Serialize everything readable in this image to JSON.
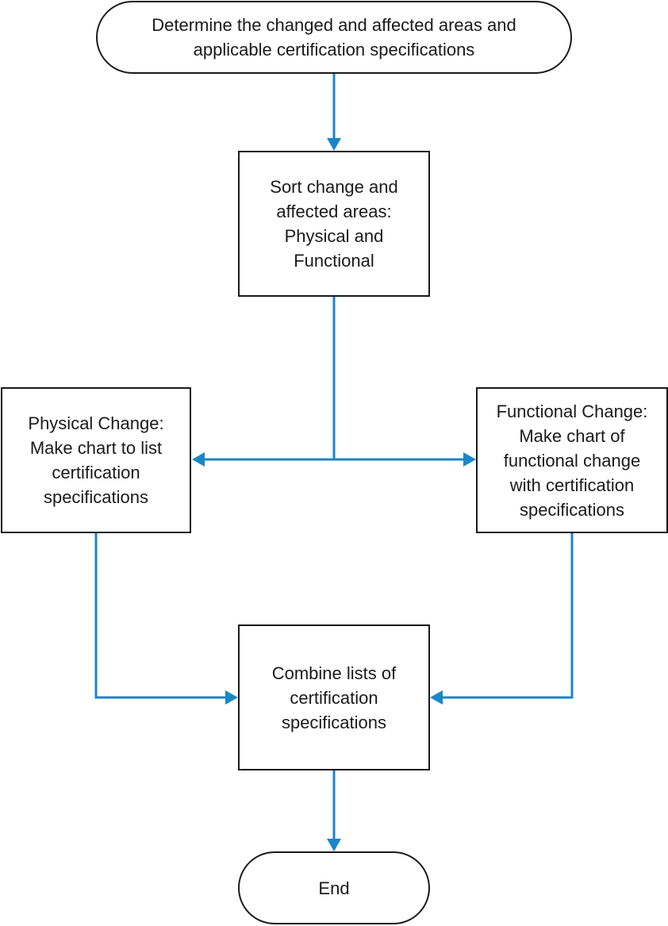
{
  "diagram": {
    "connector_color": "#1a86c8",
    "border_color": "#1a1a1a",
    "nodes": {
      "start": "Determine the changed and affected areas and\napplicable certification specifications",
      "sort": "Sort change and\naffected areas:\nPhysical and\nFunctional",
      "physical": "Physical Change:\nMake chart to list\ncertification\nspecifications",
      "functional": "Functional Change:\nMake chart of\nfunctional change\nwith certification\nspecifications",
      "combine": "Combine lists of\ncertification\nspecifications",
      "end": "End"
    },
    "edges": [
      {
        "from": "start",
        "to": "sort"
      },
      {
        "from": "sort",
        "to": "physical"
      },
      {
        "from": "sort",
        "to": "functional"
      },
      {
        "from": "physical",
        "to": "combine"
      },
      {
        "from": "functional",
        "to": "combine"
      },
      {
        "from": "combine",
        "to": "end"
      }
    ]
  }
}
